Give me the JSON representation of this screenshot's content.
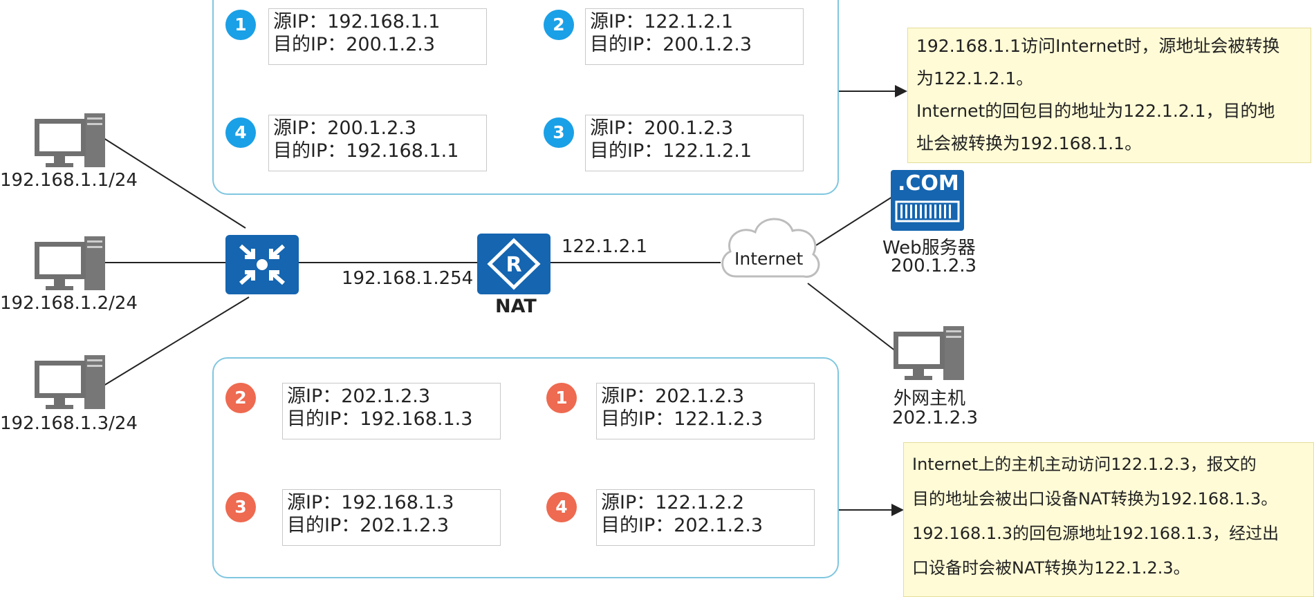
{
  "top_panel": {
    "boxes": [
      {
        "step": "1",
        "src": "源IP：192.168.1.1",
        "dst": "目的IP：200.1.2.3"
      },
      {
        "step": "2",
        "src": "源IP：122.1.2.1",
        "dst": "目的IP：200.1.2.3"
      },
      {
        "step": "4",
        "src": "源IP：200.1.2.3",
        "dst": "目的IP：192.168.1.1"
      },
      {
        "step": "3",
        "src": "源IP：200.1.2.3",
        "dst": "目的IP：122.1.2.1"
      }
    ]
  },
  "bottom_panel": {
    "boxes": [
      {
        "step": "2",
        "src": "源IP：202.1.2.3",
        "dst": "目的IP：192.168.1.3"
      },
      {
        "step": "1",
        "src": "源IP：202.1.2.3",
        "dst": "目的IP：122.1.2.3"
      },
      {
        "step": "3",
        "src": "源IP：192.168.1.3",
        "dst": "目的IP：202.1.2.3"
      },
      {
        "step": "4",
        "src": "源IP：122.1.2.2",
        "dst": "目的IP：202.1.2.3"
      }
    ]
  },
  "hosts": [
    "192.168.1.1/24",
    "192.168.1.2/24",
    "192.168.1.3/24"
  ],
  "router": {
    "label": "NAT",
    "inside_ip": "192.168.1.254",
    "outside_ip": "122.1.2.1"
  },
  "cloud_label": "Internet",
  "web_server": {
    "badge": ".COM",
    "name": "Web服务器",
    "ip": "200.1.2.3"
  },
  "external_host": {
    "name": "外网主机",
    "ip": "202.1.2.3"
  },
  "notes": {
    "top": [
      "192.168.1.1访问Internet时，源地址会被转换",
      "为122.1.2.1。",
      "Internet的回包目的地址为122.1.2.1，目的地",
      "址会被转换为192.168.1.1。"
    ],
    "bottom": [
      "Internet上的主机主动访问122.1.2.3，报文的",
      "目的地址会被出口设备NAT转换为192.168.1.3。",
      "192.168.1.3的回包源地址192.168.1.3，经过出",
      "口设备时会被NAT转换为122.1.2.3。"
    ]
  },
  "colors": {
    "outbound_arrow": "#1a9fe0",
    "return_arrow": "#e8705a",
    "device_blue": "#1565b0",
    "panel_border": "#7fc6e0"
  }
}
